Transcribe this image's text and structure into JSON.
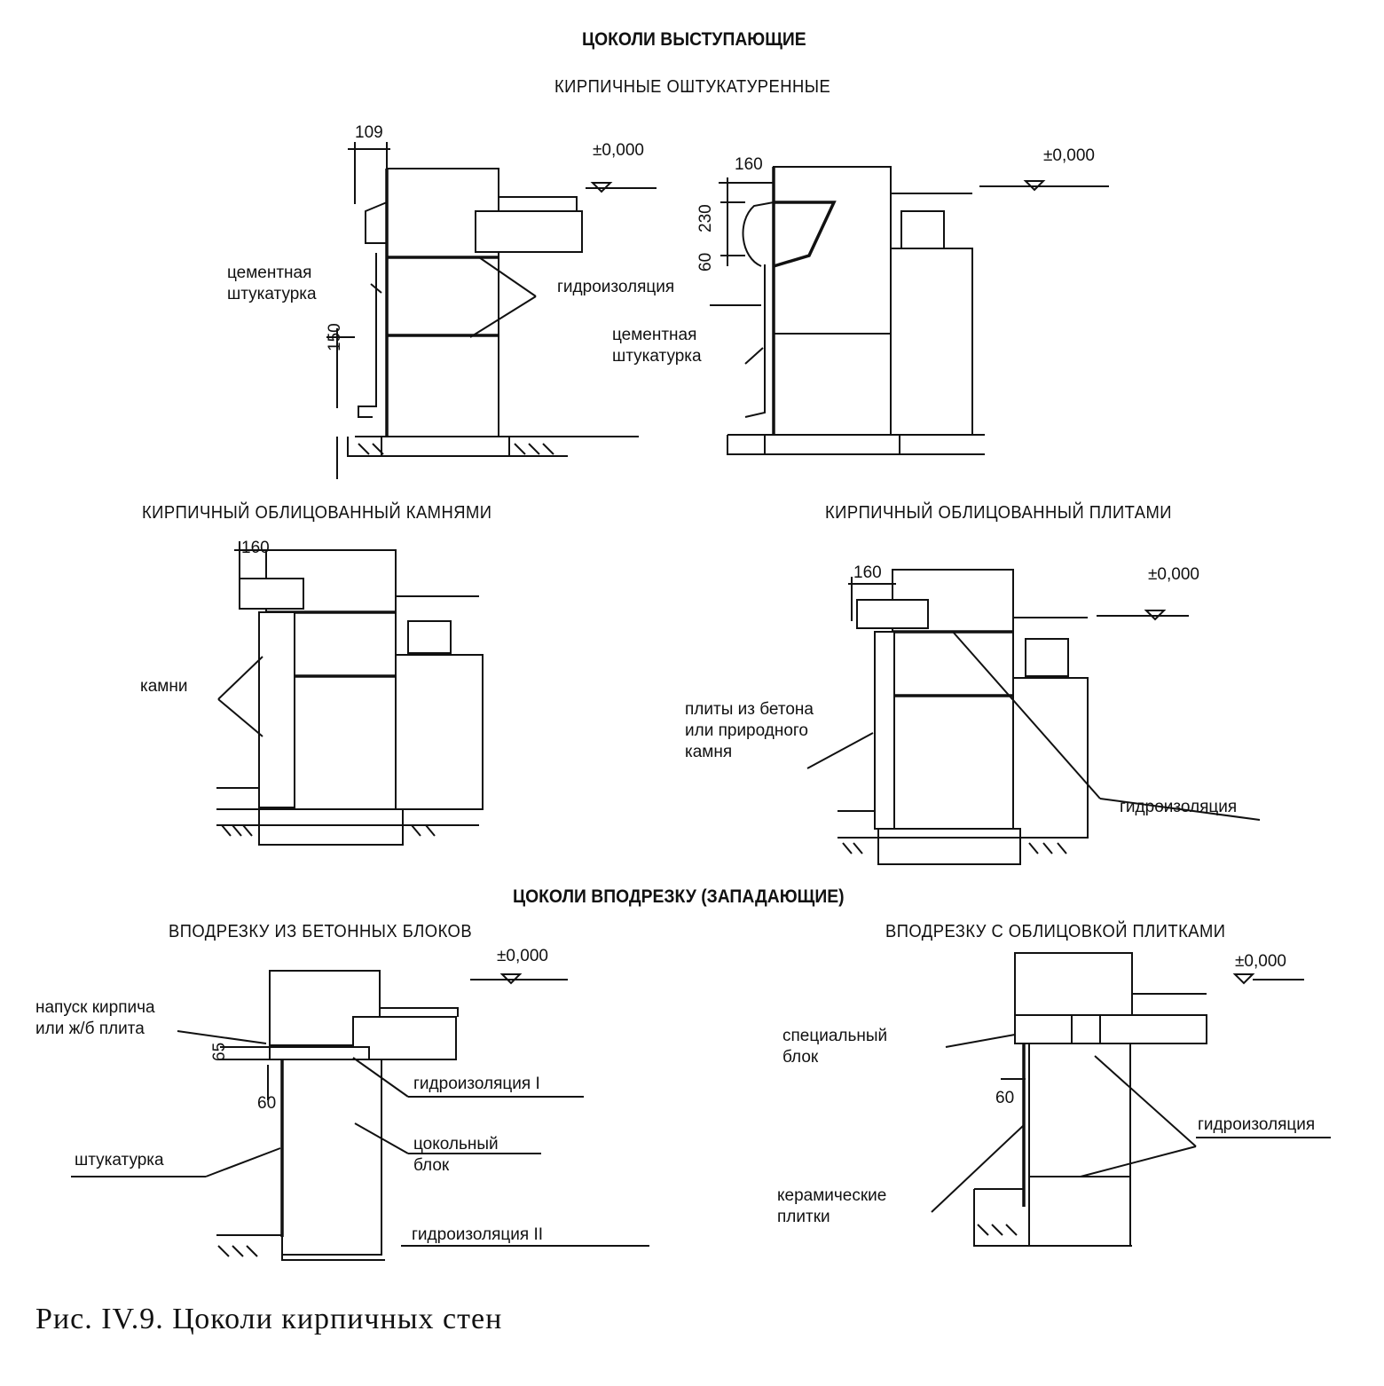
{
  "headings": {
    "protruding": "ЦОКОЛИ ВЫСТУПАЮЩИЕ",
    "recessed": "ЦОКОЛИ ВПОДРЕЗКУ (ЗАПАДАЮЩИЕ)"
  },
  "details": [
    {
      "title": "КИРПИЧНЫЕ ОШТУКАТУРЕННЫЕ",
      "dims": [
        "109",
        "150",
        "±0,000"
      ],
      "labels": [
        "цементная\nштукатурка",
        "гидроизоляция"
      ]
    },
    {
      "title": "",
      "dims": [
        "160",
        "230",
        "60",
        "±0,000"
      ],
      "labels": [
        "цементная\nштукатурка"
      ]
    },
    {
      "title": "КИРПИЧНЫЙ ОБЛИЦОВАННЫЙ КАМНЯМИ",
      "dims": [
        "160"
      ],
      "labels": [
        "камни"
      ]
    },
    {
      "title": "КИРПИЧНЫЙ ОБЛИЦОВАННЫЙ ПЛИТАМИ",
      "dims": [
        "160",
        "±0,000"
      ],
      "labels": [
        "плиты из бетона\nили природного\nкамня",
        "гидроизоляция"
      ]
    },
    {
      "title": "ВПОДРЕЗКУ ИЗ БЕТОННЫХ БЛОКОВ",
      "dims": [
        "65",
        "60",
        "±0,000"
      ],
      "labels": [
        "напуск кирпича\nили ж/б плита",
        "гидроизоляция I",
        "цокольный\nблок",
        "штукатурка",
        "гидроизоляция II"
      ]
    },
    {
      "title": "ВПОДРЕЗКУ С ОБЛИЦОВКОЙ ПЛИТКАМИ",
      "dims": [
        "60",
        "±0,000"
      ],
      "labels": [
        "специальный\nблок",
        "гидроизоляция",
        "керамические\nплитки"
      ]
    }
  ],
  "caption": "Рис. IV.9. Цоколи кирпичных стен"
}
